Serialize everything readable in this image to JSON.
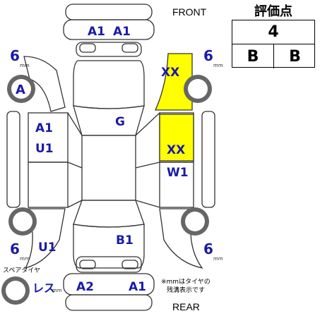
{
  "header": {
    "front_label": "FRONT",
    "rear_label": "REAR",
    "score_title": "評価点"
  },
  "score": {
    "overall": "4",
    "interior": "B",
    "exterior": "B"
  },
  "tires": {
    "front_left": {
      "depth": "6",
      "unit": "mm",
      "mark": "A"
    },
    "front_right": {
      "depth": "6",
      "unit": "mm"
    },
    "rear_left": {
      "depth": "6",
      "unit": "mm"
    },
    "rear_right": {
      "depth": "6",
      "unit": "mm"
    },
    "spare": {
      "label": "スペアタイヤ",
      "status": "レス",
      "unit": "mm"
    }
  },
  "damage": {
    "front_bumper_left": "A1",
    "front_bumper_right": "A1",
    "front_right_fender": "XX",
    "roof": "G",
    "left_front_door_1": "A1",
    "left_front_door_2": "U1",
    "right_front_door": "XX",
    "right_rear_door": "W1",
    "left_rear_quarter": "U1",
    "trunk": "B1",
    "rear_bumper_left": "A2",
    "rear_bumper_right": "A1"
  },
  "note": {
    "line1": "※mmはタイヤの",
    "line2": "残溝表示です"
  },
  "colors": {
    "mark": "#1a1aa8",
    "highlight": "#ffff00",
    "line": "#333333"
  }
}
